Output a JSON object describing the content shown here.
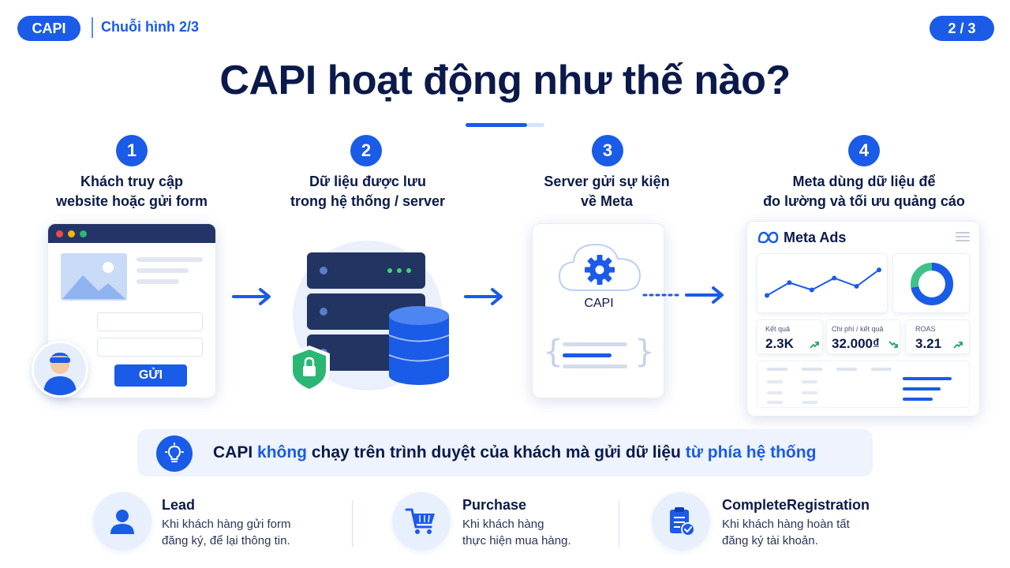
{
  "header": {
    "badge": "CAPI",
    "series": "Chuỗi hình 2/3",
    "page": "2 / 3"
  },
  "title": "CAPI hoạt động như thế nào?",
  "steps": [
    {
      "num": "1",
      "line1": "Khách truy cập",
      "line2": "website hoặc gửi form"
    },
    {
      "num": "2",
      "line1": "Dữ liệu được lưu",
      "line2": "trong hệ thống / server"
    },
    {
      "num": "3",
      "line1": "Server gửi sự kiện",
      "line2": "về Meta"
    },
    {
      "num": "4",
      "line1": "Meta dùng dữ liệu để",
      "line2": "đo lường và tối ưu quảng cáo"
    }
  ],
  "form_card": {
    "submit": "GỬI"
  },
  "capi_card": {
    "label": "CAPI"
  },
  "meta_card": {
    "brand": "Meta Ads",
    "metrics": [
      {
        "label": "Kết quả",
        "value": "2.3K",
        "trend": "up"
      },
      {
        "label": "Chi phí / kết quả",
        "value": "32.000₫",
        "trend": "down"
      },
      {
        "label": "ROAS",
        "value": "3.21",
        "trend": "up"
      }
    ],
    "line_chart": [
      2.0,
      3.4,
      2.6,
      3.9,
      3.0,
      4.8
    ],
    "donut": [
      72,
      28
    ]
  },
  "callout": {
    "part1": "CAPI ",
    "highlight1": "không",
    "part2": " chạy trên trình duyệt của khách mà gửi dữ liệu ",
    "highlight2": "từ phía hệ thống"
  },
  "events": [
    {
      "title": "Lead",
      "line1": "Khi khách hàng gửi form",
      "line2": "đăng ký, để lại thông tin."
    },
    {
      "title": "Purchase",
      "line1": "Khi khách hàng",
      "line2": "thực hiện mua hàng."
    },
    {
      "title": "CompleteRegistration",
      "line1": "Khi khách hàng hoàn tất",
      "line2": "đăng ký tài khoản."
    }
  ],
  "colors": {
    "primary": "#1a5be8",
    "navy": "#0b1a4a",
    "green": "#22a55b",
    "light_blue": "#eef3fd"
  }
}
